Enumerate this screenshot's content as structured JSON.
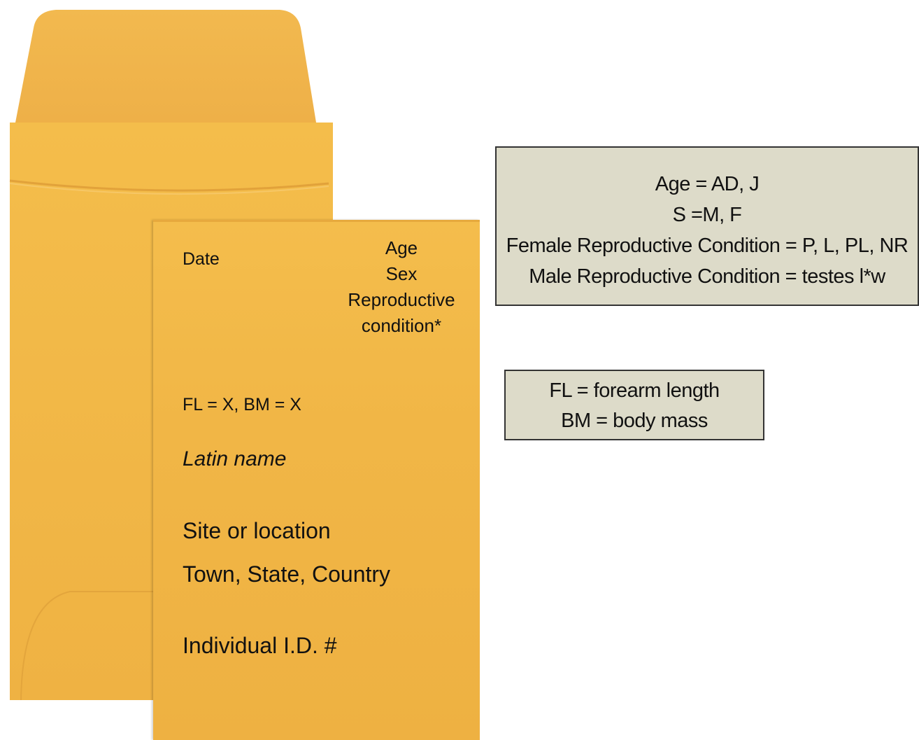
{
  "envelope": {
    "date_label": "Date",
    "right_labels": [
      "Age",
      "Sex",
      "Reproductive",
      "condition*"
    ],
    "measurements_label": "FL = X, BM = X",
    "latin_name_label": "Latin name",
    "site_label": "Site or location",
    "town_label": "Town, State, Country",
    "id_label": "Individual I.D. #"
  },
  "legend_codes": {
    "lines": [
      "Age = AD, J",
      "S =M, F",
      "Female Reproductive Condition = P, L, PL, NR",
      "Male Reproductive Condition = testes l*w"
    ]
  },
  "legend_measurements": {
    "lines": [
      "FL = forearm length",
      "BM = body mass"
    ]
  },
  "colors": {
    "envelope": "#f1b646",
    "envelope_flap": "#eeb14a",
    "legend_background": "#dddbc9",
    "legend_border": "#333333"
  }
}
